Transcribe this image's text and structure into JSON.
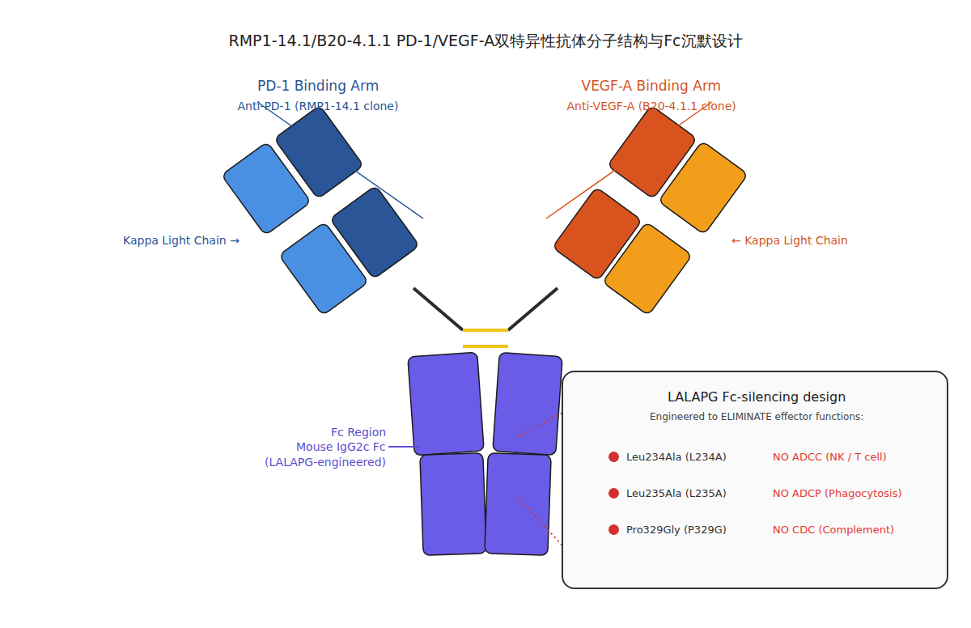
{
  "diagram": {
    "title": "RMP1-14.1/B20-4.1.1 PD-1/VEGF-A双特异性抗体分子结构与Fc沉默设计",
    "nodes": [
      {
        "text": [
          "LALAPG Fc-silencing design",
          "Engineered to ELIMINATE effector functions:",
          "Leu234Ala (L234A)",
          "NO ADCC (NK / T cell)",
          "Leu235Ala (L235A)",
          "NO ADCP (Phagocytosis)",
          "Pro329Gly (P329G)",
          "NO CDC (Complement)"
        ]
      }
    ],
    "labels": [
      "PD-1 Binding Arm",
      "Anti-PD-1 (RMP1-14.1 clone)",
      "VEGF-A Binding Arm",
      "Anti-VEGF-A (B20-4.1.1 clone)",
      "Kappa Light Chain →",
      "← Kappa Light Chain",
      "Fc Region",
      "Mouse IgG2c Fc",
      "(LALAPG-engineered)"
    ]
  }
}
